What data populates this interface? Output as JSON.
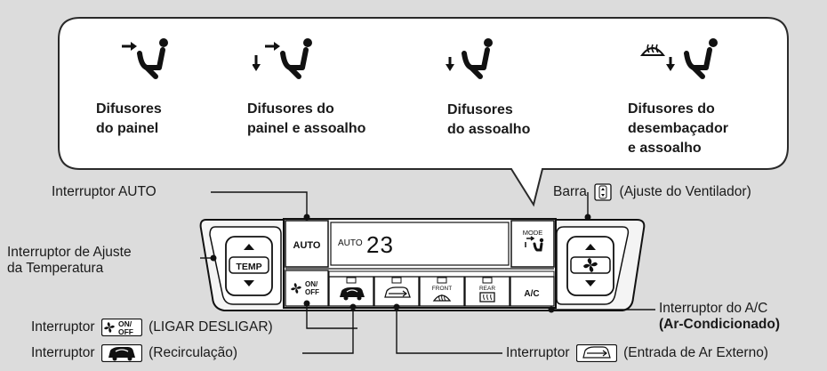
{
  "modes": [
    {
      "icon": "panel-vents-icon",
      "label_line1": "Difusores",
      "label_line2": "do painel"
    },
    {
      "icon": "panel-floor-vents-icon",
      "label_line1": "Difusores do",
      "label_line2": "painel e assoalho"
    },
    {
      "icon": "floor-vents-icon",
      "label_line1": "Difusores",
      "label_line2": "do assoalho"
    },
    {
      "icon": "defrost-floor-vents-icon",
      "label_line1": "Difusores do",
      "label_line2": "desembaçador",
      "label_line3": "e assoalho"
    }
  ],
  "callouts": {
    "auto_switch": "Interruptor AUTO",
    "temp_switch_line1": "Interruptor de Ajuste",
    "temp_switch_line2": "da Temperatura",
    "fan_bar_prefix": "Barra",
    "fan_bar_suffix": "(Ajuste do Ventilador)",
    "ac_line1": "Interruptor do A/C",
    "ac_line2": "(Ar-Condicionado)",
    "onoff_prefix": "Interruptor",
    "onoff_suffix": "(LIGAR DESLIGAR)",
    "recirc_prefix": "Interruptor",
    "recirc_suffix": "(Recirculação)",
    "fresh_prefix": "Interruptor",
    "fresh_suffix": "(Entrada de Ar Externo)"
  },
  "panel": {
    "auto_label": "AUTO",
    "display_auto": "AUTO",
    "display_temp": "23",
    "temp_label": "TEMP",
    "mode_label": "MODE",
    "ac_label": "A/C",
    "front_label": "FRONT",
    "rear_label": "REAR",
    "on_label": "ON/",
    "off_label": "OFF"
  }
}
